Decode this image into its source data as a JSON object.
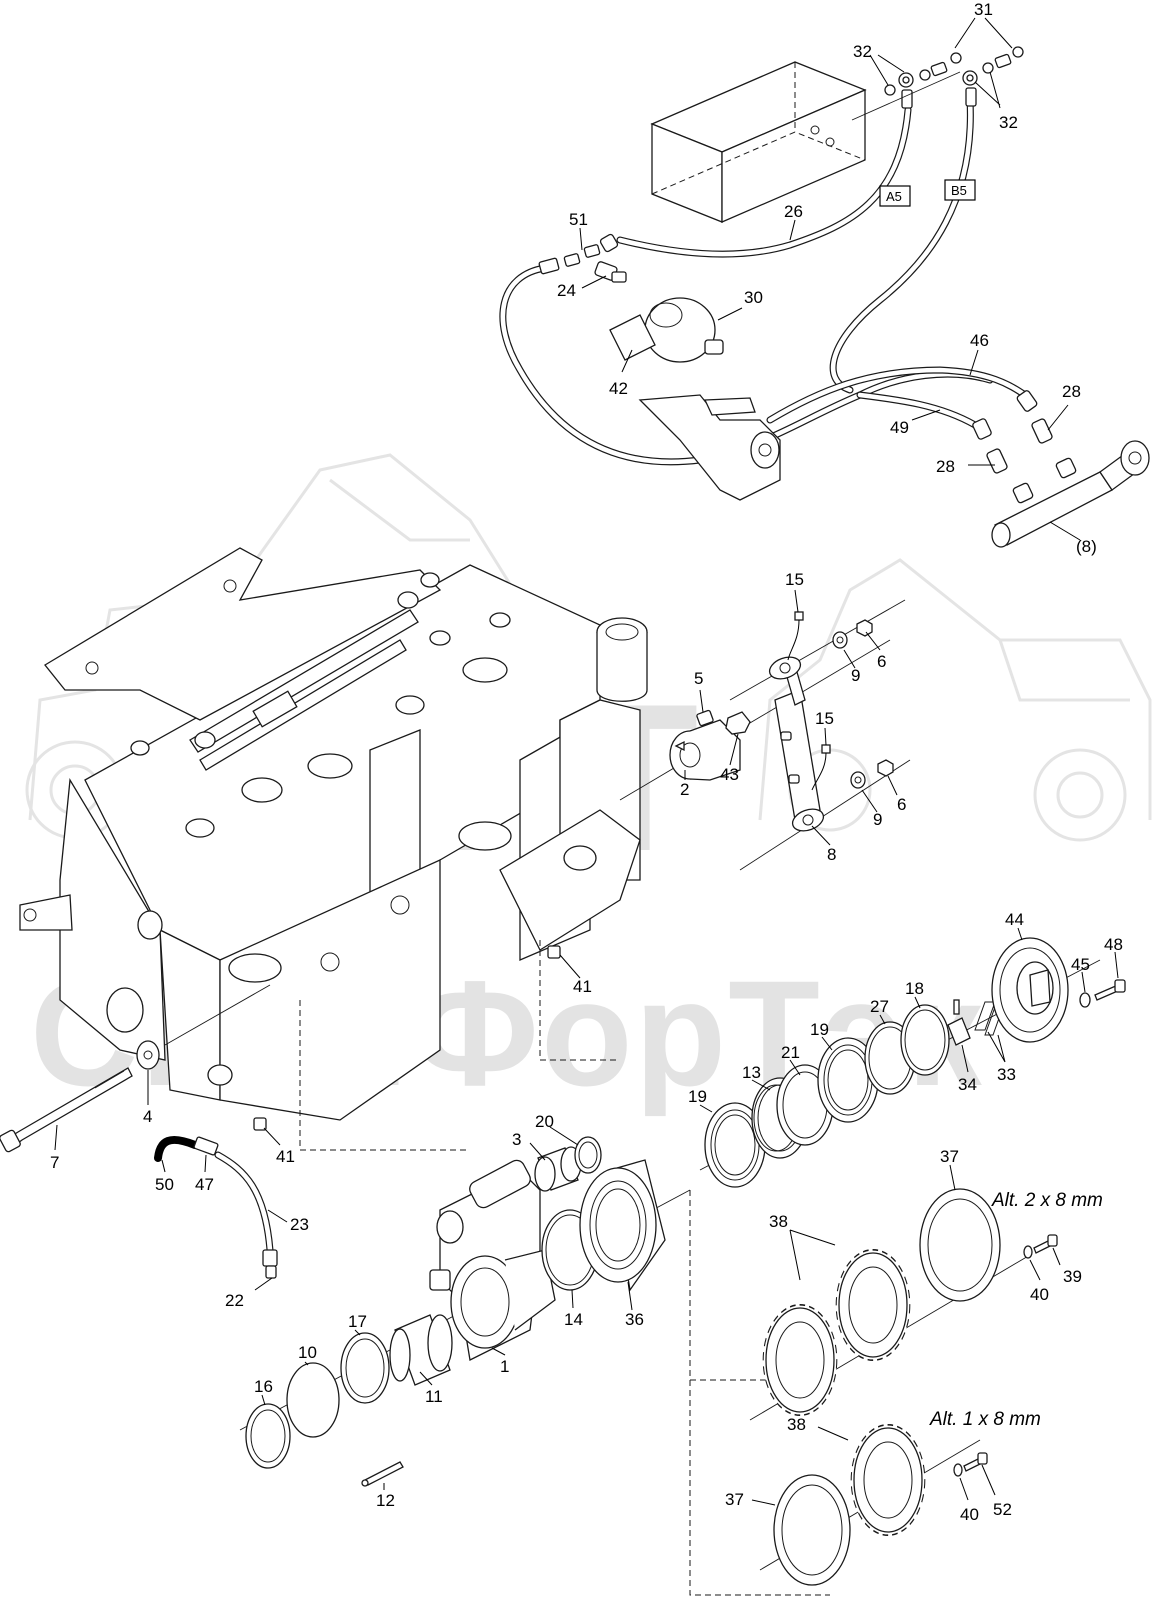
{
  "watermark": {
    "logo_text": "SFT",
    "company_text": "СпанФорТэк"
  },
  "notes": {
    "alt_2x8": "Alt. 2 x 8 mm",
    "alt_1x8": "Alt. 1 x 8 mm"
  },
  "hose_tags": {
    "a5": "A5",
    "b5": "B5"
  },
  "callouts": [
    {
      "id": "c31",
      "text": "31"
    },
    {
      "id": "c32a",
      "text": "32"
    },
    {
      "id": "c32b",
      "text": "32"
    },
    {
      "id": "c26",
      "text": "26"
    },
    {
      "id": "c51",
      "text": "51"
    },
    {
      "id": "c24",
      "text": "24"
    },
    {
      "id": "c30",
      "text": "30"
    },
    {
      "id": "c42",
      "text": "42"
    },
    {
      "id": "c46",
      "text": "46"
    },
    {
      "id": "c28a",
      "text": "28"
    },
    {
      "id": "c49",
      "text": "49"
    },
    {
      "id": "c28b",
      "text": "28"
    },
    {
      "id": "c8p",
      "text": "(8)"
    },
    {
      "id": "c15a",
      "text": "15"
    },
    {
      "id": "c6a",
      "text": "6"
    },
    {
      "id": "c9a",
      "text": "9"
    },
    {
      "id": "c5",
      "text": "5"
    },
    {
      "id": "c43",
      "text": "43"
    },
    {
      "id": "c2",
      "text": "2"
    },
    {
      "id": "c15b",
      "text": "15"
    },
    {
      "id": "c6b",
      "text": "6"
    },
    {
      "id": "c9b",
      "text": "9"
    },
    {
      "id": "c8",
      "text": "8"
    },
    {
      "id": "c44",
      "text": "44"
    },
    {
      "id": "c48",
      "text": "48"
    },
    {
      "id": "c45",
      "text": "45"
    },
    {
      "id": "c41a",
      "text": "41"
    },
    {
      "id": "c18",
      "text": "18"
    },
    {
      "id": "c27",
      "text": "27"
    },
    {
      "id": "c19a",
      "text": "19"
    },
    {
      "id": "c21",
      "text": "21"
    },
    {
      "id": "c13",
      "text": "13"
    },
    {
      "id": "c34",
      "text": "34"
    },
    {
      "id": "c33",
      "text": "33"
    },
    {
      "id": "c4",
      "text": "4"
    },
    {
      "id": "c7",
      "text": "7"
    },
    {
      "id": "c41b",
      "text": "41"
    },
    {
      "id": "c50",
      "text": "50"
    },
    {
      "id": "c47",
      "text": "47"
    },
    {
      "id": "c23",
      "text": "23"
    },
    {
      "id": "c22",
      "text": "22"
    },
    {
      "id": "c19b",
      "text": "19"
    },
    {
      "id": "c20",
      "text": "20"
    },
    {
      "id": "c3",
      "text": "3"
    },
    {
      "id": "c37a",
      "text": "37"
    },
    {
      "id": "c38a",
      "text": "38"
    },
    {
      "id": "c39",
      "text": "39"
    },
    {
      "id": "c40a",
      "text": "40"
    },
    {
      "id": "c36",
      "text": "36"
    },
    {
      "id": "c14",
      "text": "14"
    },
    {
      "id": "c1",
      "text": "1"
    },
    {
      "id": "c17",
      "text": "17"
    },
    {
      "id": "c10",
      "text": "10"
    },
    {
      "id": "c16",
      "text": "16"
    },
    {
      "id": "c11",
      "text": "11"
    },
    {
      "id": "c12",
      "text": "12"
    },
    {
      "id": "c38b",
      "text": "38"
    },
    {
      "id": "c37b",
      "text": "37"
    },
    {
      "id": "c40b",
      "text": "40"
    },
    {
      "id": "c52",
      "text": "52"
    }
  ]
}
